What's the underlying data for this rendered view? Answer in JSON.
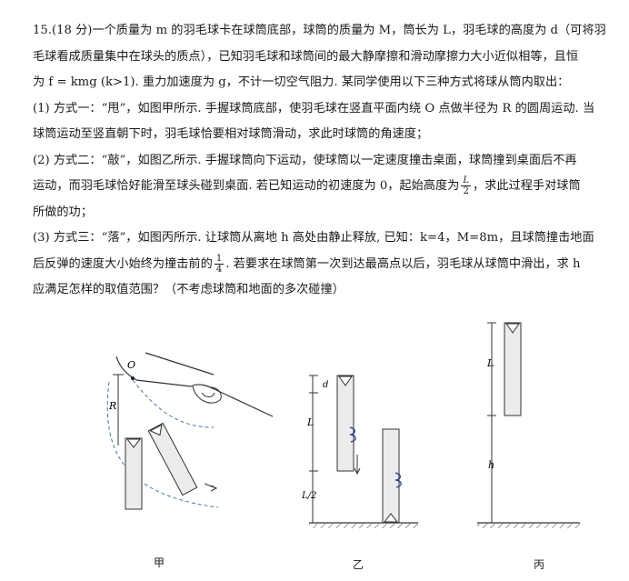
{
  "problem": {
    "number": "15.",
    "points": "(18 分)",
    "line1": "一个质量为 m 的羽毛球卡在球筒底部，球筒的质量为 M，筒长为 L，羽毛球的高度为 d（可将羽",
    "line2": "毛球看成质量集中在球头的质点），已知羽毛球和球筒间的最大静摩擦和滑动摩擦力大小近似相等，且恒",
    "line3": "为 f = kmg (k>1). 重力加速度为 g，不计一切空气阻力. 某同学使用以下三种方式将球从筒内取出：",
    "q1_line1": "(1) 方式一：“甩”，如图甲所示. 手握球筒底部，使羽毛球在竖直平面内绕 O 点做半径为 R 的圆周运动. 当",
    "q1_line2": "球筒运动至竖直朝下时，羽毛球恰要相对球筒滑动，求此时球筒的角速度；",
    "q2_line1": "(2) 方式二：“敲”，如图乙所示. 手握球筒向下运动，使球筒以一定速度撞击桌面，球筒撞到桌面后不再",
    "q2_line2a": "运动，而羽毛球恰好能滑至球头碰到桌面. 若已知运动的初速度为 0，起始高度为",
    "q2_frac_num": "L",
    "q2_frac_den": "2",
    "q2_line2b": "，求此过程手对球筒",
    "q2_line3": "所做的功；",
    "q3_line1": "(3) 方式三：“落”，如图丙所示. 让球筒从离地 h 高处由静止释放, 已知：k=4，M=8m，且球筒撞击地面",
    "q3_line2a": "后反弹的速度大小始终为撞击前的",
    "q3_frac_num": "1",
    "q3_frac_den": "4",
    "q3_line2b": ". 若要求在球筒第一次到达最高点以后，羽毛球从球筒中滑出，求 h",
    "q3_line3": "应满足怎样的取值范围？（不考虑球筒和地面的多次碰撞）"
  },
  "figures": {
    "jia": {
      "caption": "甲",
      "label_O": "O",
      "label_R": "R"
    },
    "yi": {
      "caption": "乙",
      "label_d": "d",
      "label_L": "L",
      "label_L2": "L/2"
    },
    "bing": {
      "caption": "丙",
      "label_L": "L",
      "label_h": "h"
    }
  }
}
